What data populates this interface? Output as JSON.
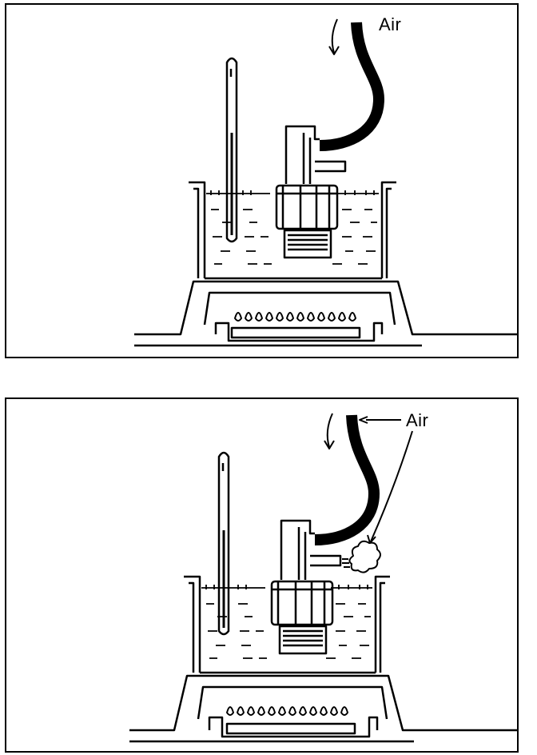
{
  "panels": [
    {
      "air_label": "Air",
      "state": "sealed"
    },
    {
      "air_label": "Air",
      "state": "leaking"
    }
  ],
  "colors": {
    "ink": "#000000",
    "paper": "#ffffff"
  },
  "icons": [
    "thermometer-icon",
    "radiator-cap-tester-icon",
    "water-bath-icon",
    "burner-flame-icon",
    "air-hose-icon",
    "air-bubble-icon"
  ]
}
